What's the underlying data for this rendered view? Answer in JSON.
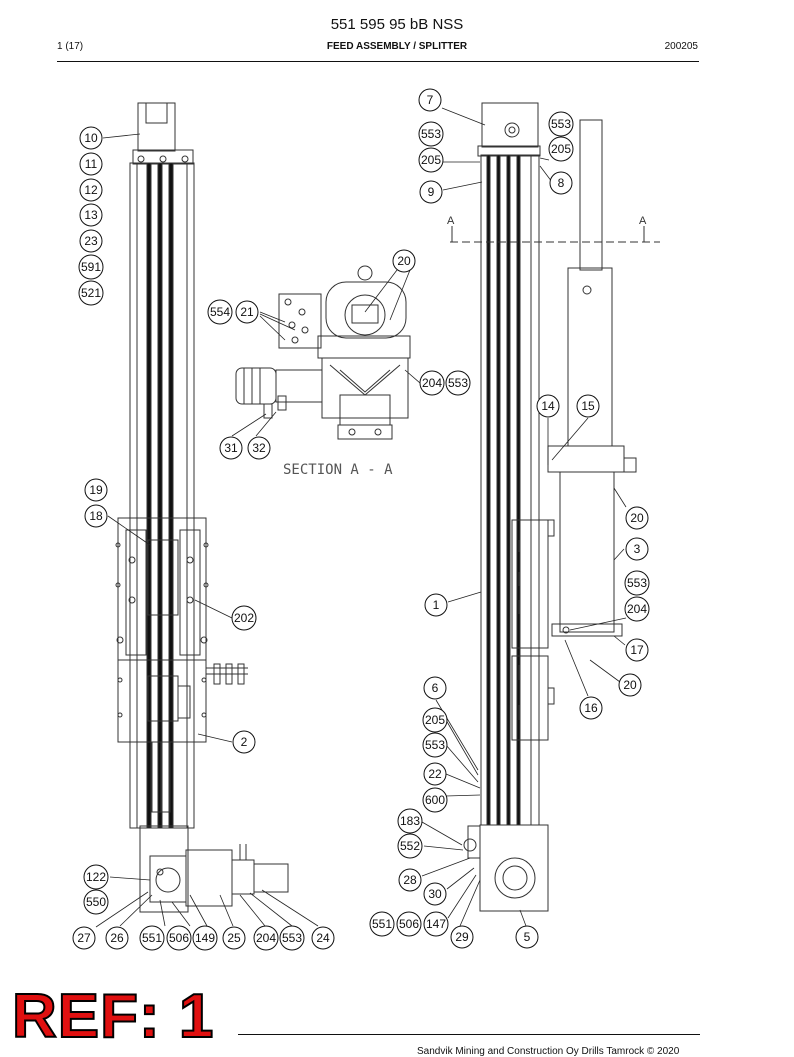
{
  "header": {
    "doc_number": "551 595 95 bB NSS",
    "page": "1 (17)",
    "section": "FEED ASSEMBLY / SPLITTER",
    "date": "200205"
  },
  "section_label": "SECTION A - A",
  "section_marks": [
    "A",
    "A"
  ],
  "callouts": [
    {
      "id": "c1",
      "label": "10"
    },
    {
      "id": "c2",
      "label": "11"
    },
    {
      "id": "c3",
      "label": "12"
    },
    {
      "id": "c4",
      "label": "13"
    },
    {
      "id": "c5",
      "label": "23"
    },
    {
      "id": "c6",
      "label": "591"
    },
    {
      "id": "c7",
      "label": "521"
    },
    {
      "id": "c8",
      "label": "19"
    },
    {
      "id": "c9",
      "label": "18"
    },
    {
      "id": "c10",
      "label": "202"
    },
    {
      "id": "c11",
      "label": "2"
    },
    {
      "id": "c12",
      "label": "122"
    },
    {
      "id": "c13",
      "label": "550"
    },
    {
      "id": "c14",
      "label": "27"
    },
    {
      "id": "c15",
      "label": "26"
    },
    {
      "id": "c16",
      "label": "551"
    },
    {
      "id": "c17",
      "label": "506"
    },
    {
      "id": "c18",
      "label": "149"
    },
    {
      "id": "c19",
      "label": "25"
    },
    {
      "id": "c20",
      "label": "204"
    },
    {
      "id": "c21",
      "label": "553"
    },
    {
      "id": "c22",
      "label": "24"
    },
    {
      "id": "c23",
      "label": "20"
    },
    {
      "id": "c24",
      "label": "554"
    },
    {
      "id": "c25",
      "label": "21"
    },
    {
      "id": "c26",
      "label": "204"
    },
    {
      "id": "c27",
      "label": "553"
    },
    {
      "id": "c28",
      "label": "31"
    },
    {
      "id": "c29",
      "label": "32"
    },
    {
      "id": "c30",
      "label": "7"
    },
    {
      "id": "c31",
      "label": "553"
    },
    {
      "id": "c32",
      "label": "205"
    },
    {
      "id": "c33",
      "label": "9"
    },
    {
      "id": "c34",
      "label": "553"
    },
    {
      "id": "c35",
      "label": "205"
    },
    {
      "id": "c36",
      "label": "8"
    },
    {
      "id": "c37",
      "label": "14"
    },
    {
      "id": "c38",
      "label": "15"
    },
    {
      "id": "c39",
      "label": "20"
    },
    {
      "id": "c40",
      "label": "3"
    },
    {
      "id": "c41",
      "label": "553"
    },
    {
      "id": "c42",
      "label": "204"
    },
    {
      "id": "c43",
      "label": "1"
    },
    {
      "id": "c44",
      "label": "17"
    },
    {
      "id": "c45",
      "label": "20"
    },
    {
      "id": "c46",
      "label": "16"
    },
    {
      "id": "c47",
      "label": "6"
    },
    {
      "id": "c48",
      "label": "205"
    },
    {
      "id": "c49",
      "label": "553"
    },
    {
      "id": "c50",
      "label": "22"
    },
    {
      "id": "c51",
      "label": "600"
    },
    {
      "id": "c52",
      "label": "183"
    },
    {
      "id": "c53",
      "label": "552"
    },
    {
      "id": "c54",
      "label": "28"
    },
    {
      "id": "c55",
      "label": "30"
    },
    {
      "id": "c56",
      "label": "551"
    },
    {
      "id": "c57",
      "label": "506"
    },
    {
      "id": "c58",
      "label": "147"
    },
    {
      "id": "c59",
      "label": "29"
    },
    {
      "id": "c60",
      "label": "5"
    }
  ],
  "footer": {
    "copyright": "Sandvik Mining and Construction Oy Drills Tamrock © 2020",
    "stamp": "REF: 1"
  }
}
